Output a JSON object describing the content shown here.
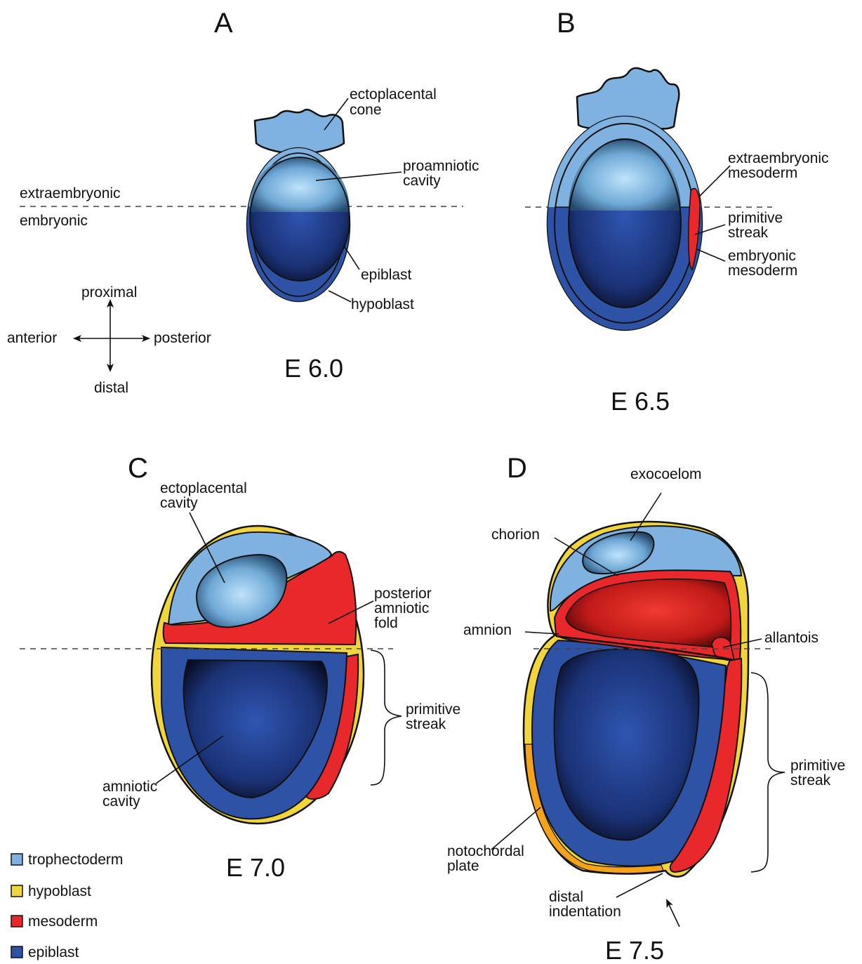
{
  "colors": {
    "trophectoderm": "#7fb2e0",
    "hypoblast": "#f0d63a",
    "mesoderm": "#e8282a",
    "epiblast": "#2e52a6",
    "notochordal_plate": "#f5a31a"
  },
  "panels": {
    "a": {
      "letter": "A",
      "stage": "E 6.0"
    },
    "b": {
      "letter": "B",
      "stage": "E 6.5"
    },
    "c": {
      "letter": "C",
      "stage": "E 7.0"
    },
    "d": {
      "letter": "D",
      "stage": "E 7.5"
    }
  },
  "labels": {
    "a": {
      "ectoplacental_cone": [
        "ectoplacental",
        "cone"
      ],
      "proamniotic_cavity": [
        "proamniotic",
        "cavity"
      ],
      "epiblast": "epiblast",
      "hypoblast": "hypoblast",
      "extraembryonic": "extraembryonic",
      "embryonic": "embryonic"
    },
    "b": {
      "extraembryonic_mesoderm": [
        "extraembryonic",
        "mesoderm"
      ],
      "primitive_streak": [
        "primitive",
        "streak"
      ],
      "embryonic_mesoderm": [
        "embryonic",
        "mesoderm"
      ]
    },
    "c": {
      "ectoplacental_cavity": [
        "ectoplacental",
        "cavity"
      ],
      "posterior_amniotic_fold": [
        "posterior",
        "amniotic",
        "fold"
      ],
      "primitive_streak": [
        "primitive",
        "streak"
      ],
      "amniotic_cavity": [
        "amniotic",
        "cavity"
      ]
    },
    "d": {
      "exocoelom": "exocoelom",
      "chorion": "chorion",
      "amnion": "amnion",
      "allantois": "allantois",
      "primitive_streak": [
        "primitive",
        "streak"
      ],
      "notochordal_plate": [
        "notochordal",
        "plate"
      ],
      "distal_indentation": [
        "distal",
        "indentation"
      ]
    }
  },
  "axes": {
    "proximal": "proximal",
    "distal": "distal",
    "anterior": "anterior",
    "posterior": "posterior"
  },
  "legend": [
    {
      "label": "trophectoderm",
      "color": "#7fb2e0"
    },
    {
      "label": "hypoblast",
      "color": "#f0d63a"
    },
    {
      "label": "mesoderm",
      "color": "#e8282a"
    },
    {
      "label": "epiblast",
      "color": "#2e52a6"
    }
  ]
}
